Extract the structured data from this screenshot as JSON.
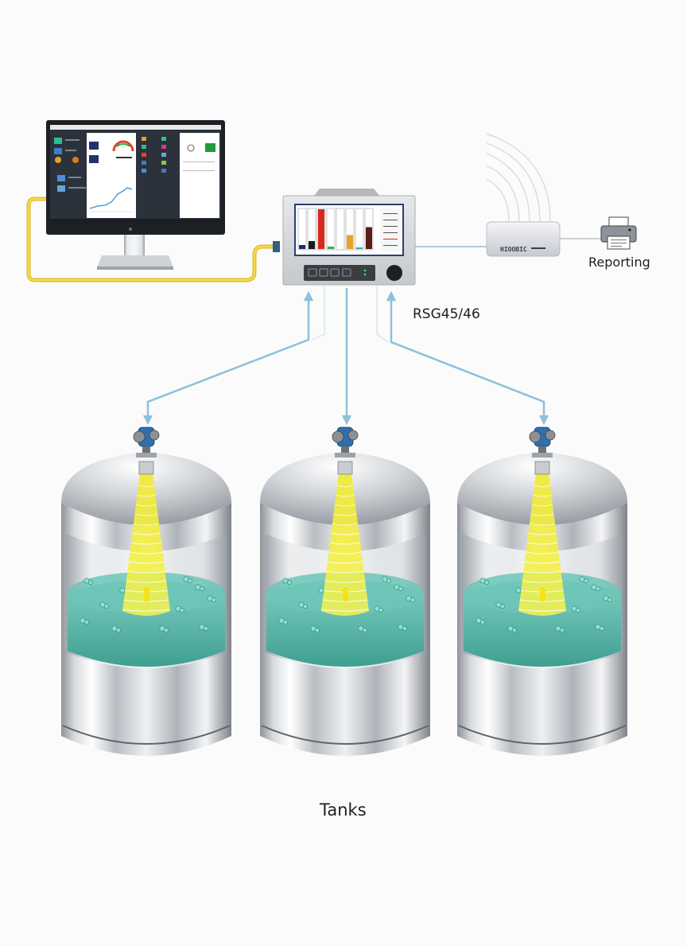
{
  "diagram": {
    "title": "Tank level monitoring system",
    "labels": {
      "reporting": "Reporting",
      "recorder": "RSG45/46",
      "tanks": "Tanks"
    },
    "router": {
      "brand_text": "HIOOBIC"
    },
    "components": [
      {
        "id": "monitor",
        "name": "Workstation monitor (dashboard)"
      },
      {
        "id": "recorder",
        "name": "RSG45/46 data manager"
      },
      {
        "id": "router",
        "name": "Wireless router"
      },
      {
        "id": "printer",
        "name": "Printer"
      },
      {
        "id": "tank-1",
        "name": "Tank 1 with radar level transmitter"
      },
      {
        "id": "tank-2",
        "name": "Tank 2 with radar level transmitter"
      },
      {
        "id": "tank-3",
        "name": "Tank 3 with radar level transmitter"
      }
    ],
    "connections": [
      {
        "from": "monitor",
        "to": "recorder",
        "type": "ethernet-cable",
        "color": "#f2cf2e"
      },
      {
        "from": "recorder",
        "to": "router",
        "type": "line",
        "color": "#a9cfe4"
      },
      {
        "from": "router",
        "to": "printer",
        "type": "line",
        "color": "#cfd2d6"
      },
      {
        "from": "recorder",
        "to": "tank-1",
        "type": "bidirectional-arrow",
        "color": "#8fc0dc"
      },
      {
        "from": "recorder",
        "to": "tank-2",
        "type": "arrow",
        "color": "#8fc0dc"
      },
      {
        "from": "recorder",
        "to": "tank-3",
        "type": "bidirectional-arrow",
        "color": "#8fc0dc"
      }
    ],
    "recorder_screen": {
      "bars": [
        {
          "fill": 0.1,
          "color": "#1f2a6b"
        },
        {
          "fill": 0.2,
          "color": "#1b1b1b"
        },
        {
          "fill": 1.0,
          "color": "#d9291f"
        },
        {
          "fill": 0.06,
          "color": "#2fb34a"
        },
        {
          "fill": 0.0,
          "color": "#ffffff"
        },
        {
          "fill": 0.35,
          "color": "#e8a123"
        },
        {
          "fill": 0.04,
          "color": "#3aa7a7"
        },
        {
          "fill": 0.55,
          "color": "#5a1d17"
        }
      ]
    },
    "colors": {
      "arrow": "#8fc0dc",
      "cable": "#f2cf2e",
      "liquid": "#5fbcae",
      "beam": "#f3f04a"
    }
  }
}
